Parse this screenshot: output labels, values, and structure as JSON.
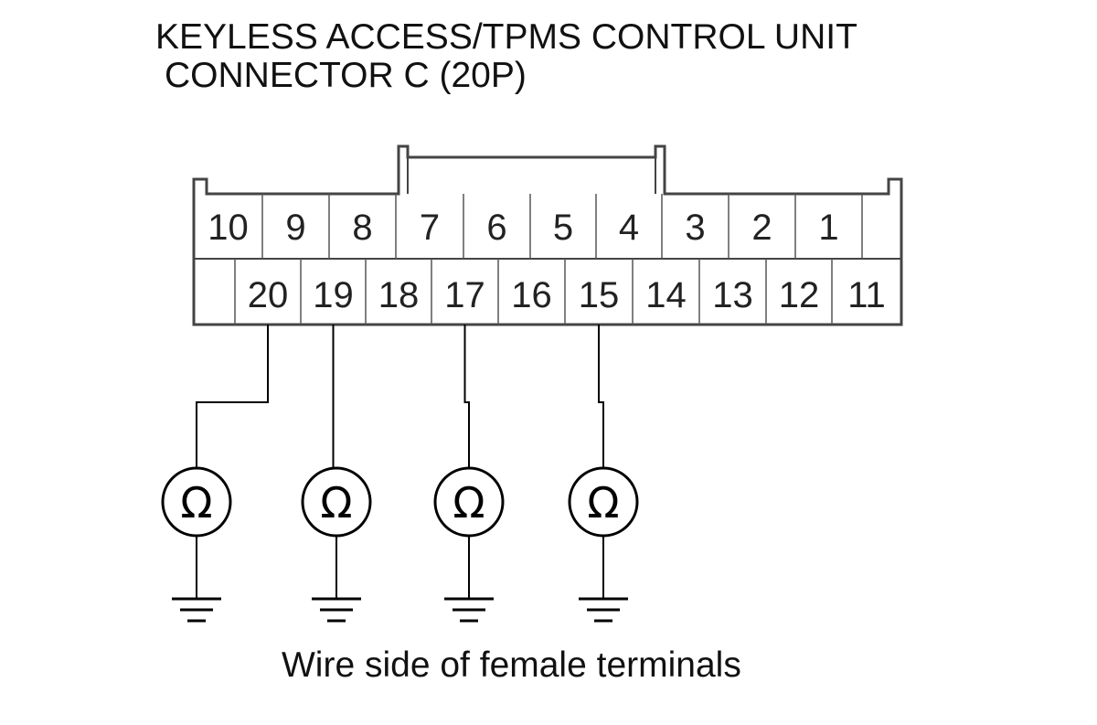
{
  "title": {
    "line1": "KEYLESS ACCESS/TPMS CONTROL UNIT",
    "line2": "CONNECTOR C (20P)"
  },
  "caption": "Wire side of female terminals",
  "connector": {
    "top_row": [
      "10",
      "9",
      "8",
      "7",
      "6",
      "5",
      "4",
      "3",
      "2",
      "1"
    ],
    "bottom_row": [
      "20",
      "19",
      "18",
      "17",
      "16",
      "15",
      "14",
      "13",
      "12",
      "11"
    ]
  },
  "measurements": [
    {
      "terminal": "20",
      "meter_symbol": "Ω",
      "meter_icon": "ohmmeter-icon",
      "to": "ground-icon"
    },
    {
      "terminal": "19",
      "meter_symbol": "Ω",
      "meter_icon": "ohmmeter-icon",
      "to": "ground-icon"
    },
    {
      "terminal": "17",
      "meter_symbol": "Ω",
      "meter_icon": "ohmmeter-icon",
      "to": "ground-icon"
    },
    {
      "terminal": "15",
      "meter_symbol": "Ω",
      "meter_icon": "ohmmeter-icon",
      "to": "ground-icon"
    }
  ]
}
